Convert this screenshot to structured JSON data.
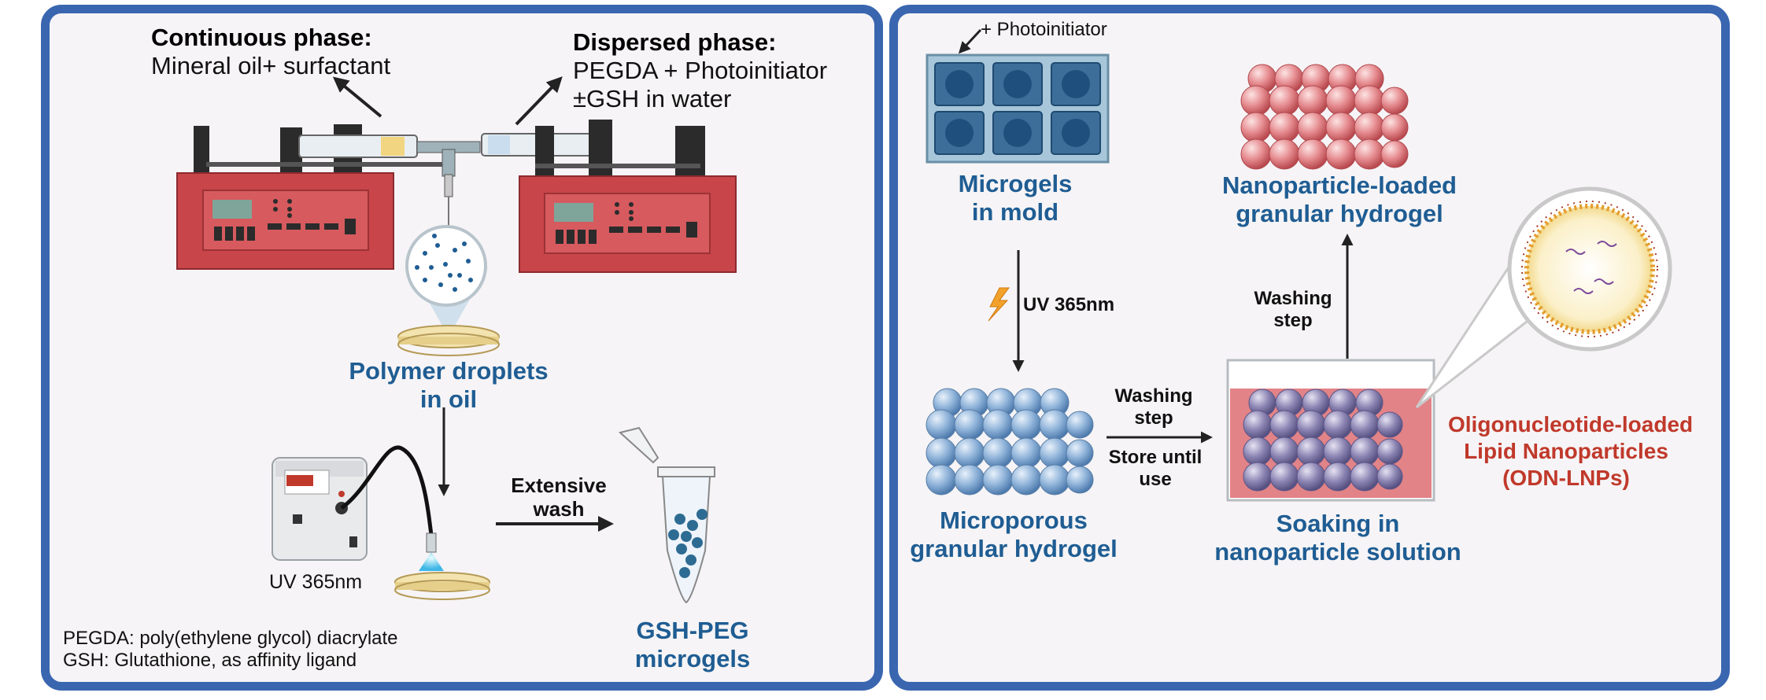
{
  "left": {
    "continuous_title": "Continuous phase:",
    "continuous_body": "Mineral oil+ surfactant",
    "dispersed_title": "Dispersed phase:",
    "dispersed_line1": "PEGDA + Photoinitiator",
    "dispersed_line2": "±GSH in water",
    "droplets_line1": "Polymer droplets",
    "droplets_line2": "in oil",
    "uv_label": "UV 365nm",
    "wash_line1": "Extensive",
    "wash_line2": "wash",
    "microgels_line1": "GSH-PEG",
    "microgels_line2": "microgels",
    "note_line1": "PEGDA: poly(ethylene glycol) diacrylate",
    "note_line2": "GSH: Glutathione, as affinity ligand"
  },
  "right": {
    "photoinitiator": "+ Photoinitiator",
    "mold_line1": "Microgels",
    "mold_line2": "in mold",
    "uv_label": "UV 365nm",
    "loaded_line1": "Nanoparticle-loaded",
    "loaded_line2": "granular hydrogel",
    "washing_up_line1": "Washing",
    "washing_up_line2": "step",
    "washing_mid_line1": "Washing",
    "washing_mid_line2": "step",
    "store_line1": "Store until",
    "store_line2": "use",
    "microporous_line1": "Microporous",
    "microporous_line2": "granular hydrogel",
    "soaking_line1": "Soaking in",
    "soaking_line2": "nanoparticle solution",
    "odn_line1": "Oligonucleotide-loaded",
    "odn_line2": "Lipid Nanoparticles",
    "odn_line3": "(ODN-LNPs)"
  },
  "colors": {
    "border": "#3a66b0",
    "label_blue": "#1f5d93",
    "label_red": "#c0392b",
    "pump_red": "#c8454a",
    "sphere_blue": "#8fb3d9",
    "sphere_pink": "#e58b8f",
    "sphere_purple": "#8d86b4"
  }
}
